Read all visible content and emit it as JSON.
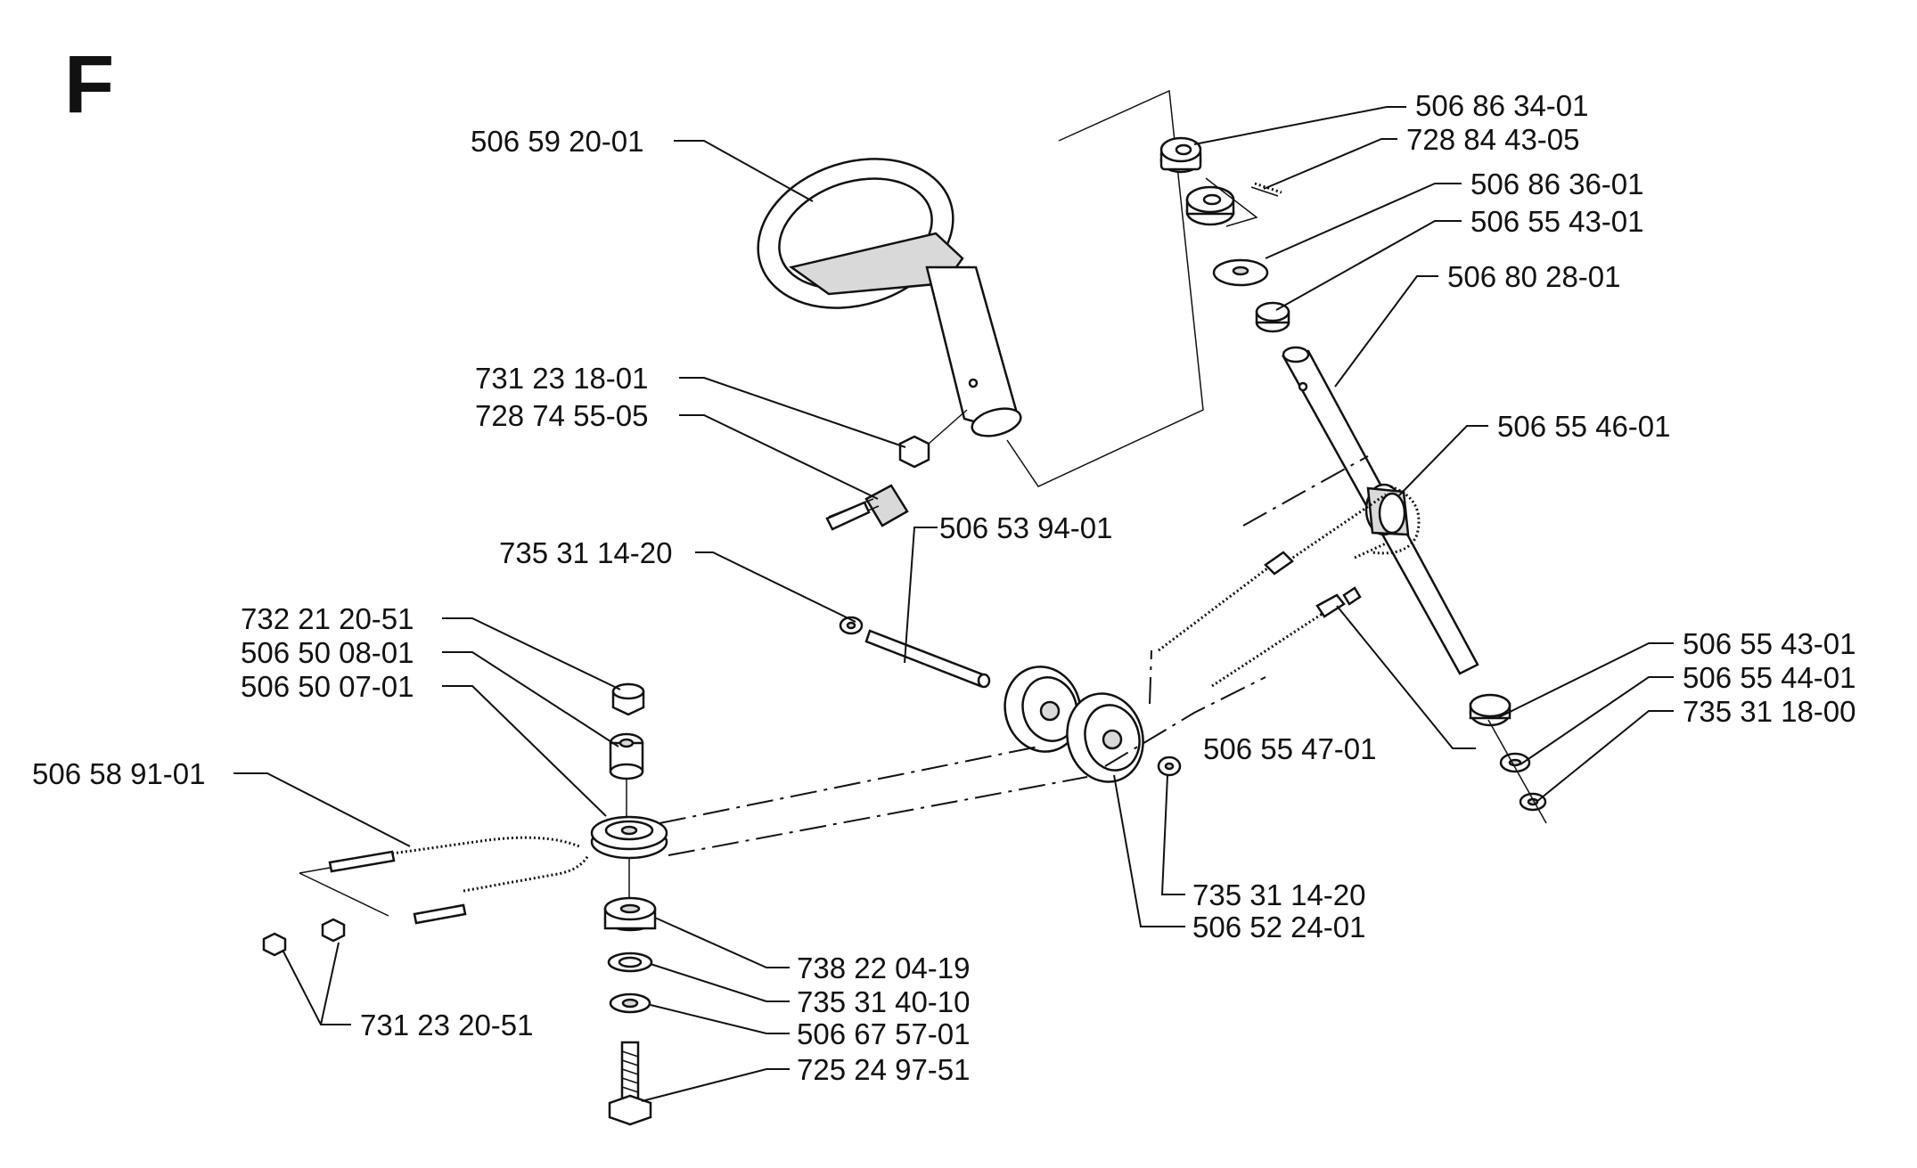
{
  "section_letter": "F",
  "parts": {
    "steering_wheel": "506 59 20-01",
    "screw_a": "731 23 18-01",
    "screw_b": "728 74 55-05",
    "collar": "506 86 34-01",
    "set_screw": "728 84 43-05",
    "washer_top": "506 86 36-01",
    "bushing_top": "506 55 43-01",
    "steering_shaft": "506 80 28-01",
    "sprocket": "506 55 46-01",
    "washer_left": "735 31 14-20",
    "pin": "506 53 94-01",
    "nut_top": "732 21 20-51",
    "spacer": "506 50 08-01",
    "pulley_left": "506 50 07-01",
    "cable": "506 58 91-01",
    "chain": "506 55 47-01",
    "bushing_bottom": "506 55 43-01",
    "washer_bottom": "506 55 44-01",
    "clip_bottom": "735 31 18-00",
    "washer_mid": "735 31 14-20",
    "pulley_pair": "506 52 24-01",
    "bearing": "738 22 04-19",
    "circlip": "735 31 40-10",
    "washer_small": "506 67 57-01",
    "bolt": "725 24 97-51",
    "nuts_cable": "731 23 20-51"
  }
}
